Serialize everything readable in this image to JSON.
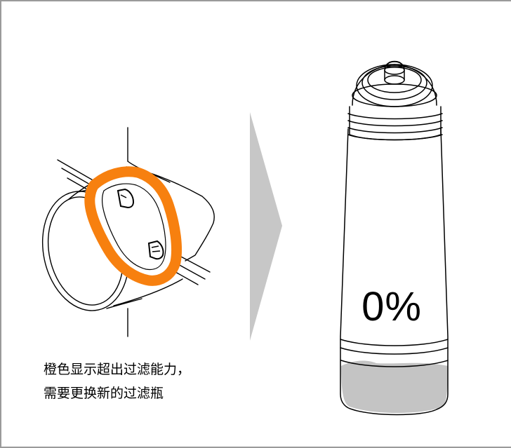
{
  "caption": {
    "line1": "橙色显示超出过滤能力，",
    "line2": "需要更换新的过滤瓶"
  },
  "bottle": {
    "capacity_label": "0%"
  },
  "icons": {
    "indicator": "filter-indicator-icon",
    "arrow": "right-arrow-icon",
    "bottle": "filter-bottle-icon"
  },
  "colors": {
    "indicator_orange": "#f7800f",
    "arrow_gray": "#c7c7c7",
    "bottle_fill_gray": "#c4c4c4",
    "frame_gray": "#9a9a9a"
  }
}
